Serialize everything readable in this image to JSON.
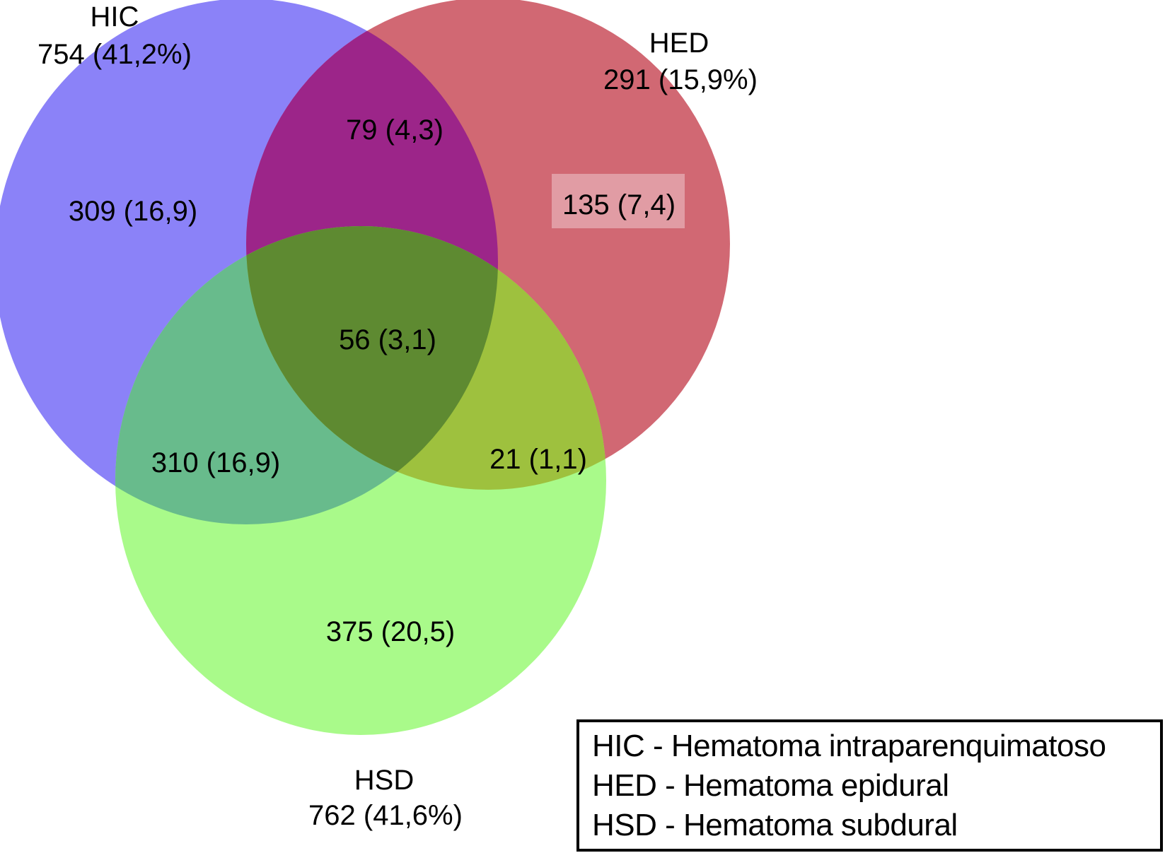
{
  "venn": {
    "sets": {
      "hic": {
        "label": "HIC",
        "total": "754 (41,2%)",
        "exclusive": "309 (16,9)",
        "color": "#8B82F8"
      },
      "hed": {
        "label": "HED",
        "total": "291 (15,9%)",
        "exclusive": "135 (7,4)",
        "color": "#D16873"
      },
      "hsd": {
        "label": "HSD",
        "total": "762 (41,6%)",
        "exclusive": "375 (20,5)",
        "color": "#A9FA8A"
      }
    },
    "overlaps": {
      "hic_hed": {
        "value": "79 (4,3)",
        "color": "#9C2589"
      },
      "hic_hsd": {
        "value": "310 (16,9)",
        "color": "#68BB8C"
      },
      "hed_hsd": {
        "value": "21 (1,1)",
        "color": "#9EC13E"
      },
      "hic_hed_hsd": {
        "value": "56 (3,1)",
        "color": "#5E8A31"
      }
    },
    "highlight_box_color": "rgba(255,255,255,0.35)"
  },
  "legend": {
    "items": [
      "HIC - Hematoma intraparenquimatoso",
      "HED - Hematoma epidural",
      "HSD - Hematoma subdural"
    ]
  },
  "chart_data": {
    "type": "venn",
    "title": "",
    "sets": [
      {
        "name": "HIC",
        "description": "Hematoma intraparenquimatoso",
        "total": 754,
        "total_pct": "41,2%"
      },
      {
        "name": "HED",
        "description": "Hematoma epidural",
        "total": 291,
        "total_pct": "15,9%"
      },
      {
        "name": "HSD",
        "description": "Hematoma subdural",
        "total": 762,
        "total_pct": "41,6%"
      }
    ],
    "regions": [
      {
        "sets": [
          "HIC"
        ],
        "value": 309,
        "pct": "16,9"
      },
      {
        "sets": [
          "HED"
        ],
        "value": 135,
        "pct": "7,4"
      },
      {
        "sets": [
          "HSD"
        ],
        "value": 375,
        "pct": "20,5"
      },
      {
        "sets": [
          "HIC",
          "HED"
        ],
        "value": 79,
        "pct": "4,3"
      },
      {
        "sets": [
          "HIC",
          "HSD"
        ],
        "value": 310,
        "pct": "16,9"
      },
      {
        "sets": [
          "HED",
          "HSD"
        ],
        "value": 21,
        "pct": "1,1"
      },
      {
        "sets": [
          "HIC",
          "HED",
          "HSD"
        ],
        "value": 56,
        "pct": "3,1"
      }
    ]
  }
}
